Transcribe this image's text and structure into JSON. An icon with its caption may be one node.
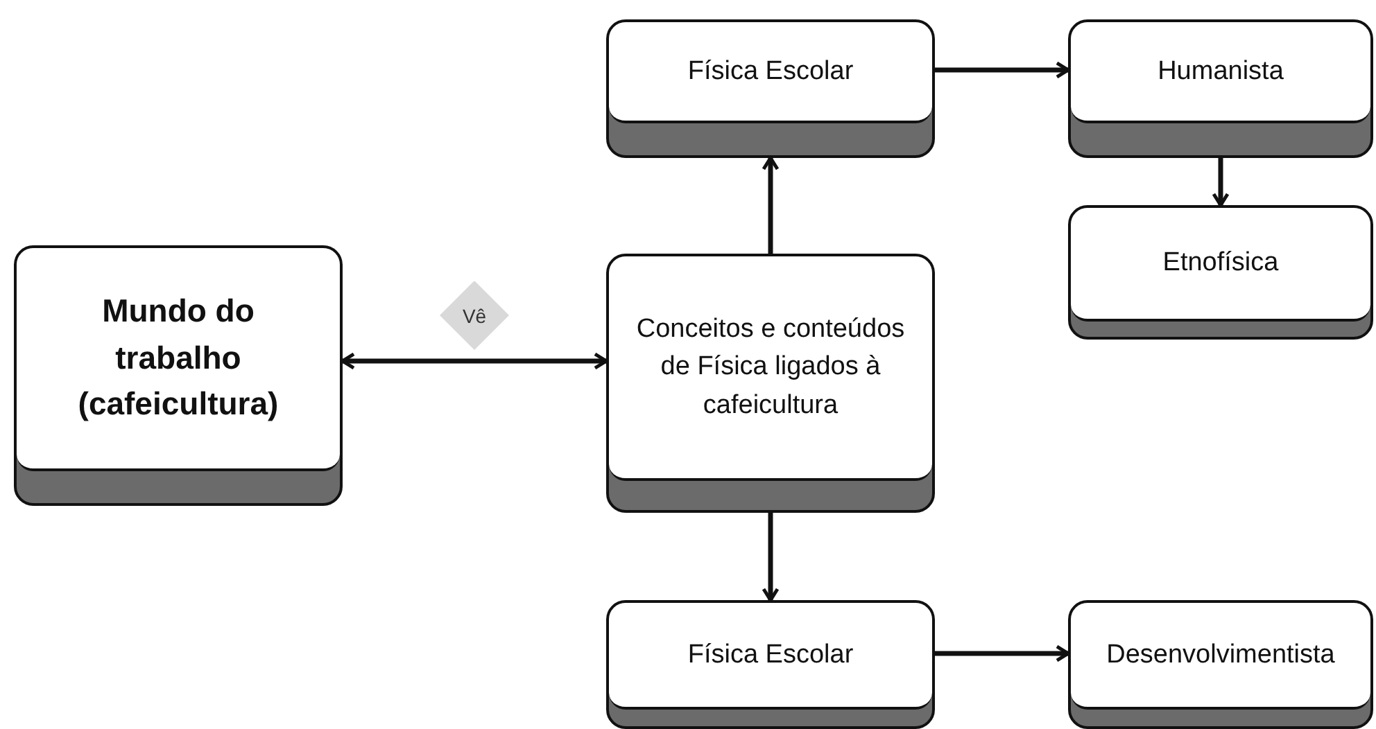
{
  "diagram": {
    "nodes": [
      {
        "text": [
          "Mundo do trabalho (cafeicultura)"
        ]
      },
      {
        "text": [
          "Conceitos e conteúdos de Física ligados à cafeicultura"
        ]
      },
      {
        "text": [
          "Física Escolar"
        ]
      },
      {
        "text": [
          "Humanista"
        ]
      },
      {
        "text": [
          "Etnofísica"
        ]
      },
      {
        "text": [
          "Física Escolar"
        ]
      },
      {
        "text": [
          "Desenvolvimentista"
        ]
      }
    ],
    "edges": [
      {
        "from": 0,
        "to": 1,
        "arrow": "both",
        "label": "Vê"
      },
      {
        "from": 1,
        "to": 2,
        "arrow": "to"
      },
      {
        "from": 2,
        "to": 3,
        "arrow": "to"
      },
      {
        "from": 3,
        "to": 4,
        "arrow": "to"
      },
      {
        "from": 1,
        "to": 5,
        "arrow": "to"
      },
      {
        "from": 5,
        "to": 6,
        "arrow": "to"
      }
    ]
  }
}
